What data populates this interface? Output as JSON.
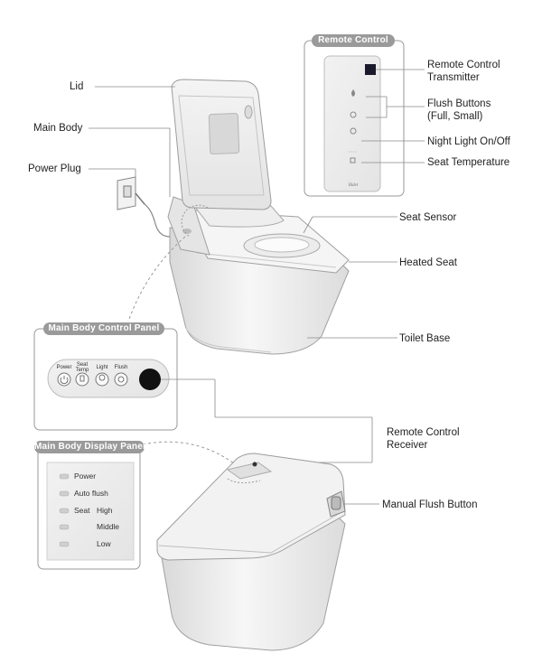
{
  "remote_panel": {
    "title": "Remote Control",
    "labels": {
      "transmitter": [
        "Remote Control",
        "Transmitter"
      ],
      "flush_buttons": [
        "Flush Buttons",
        "(Full, Small)"
      ],
      "night_light": "Night Light On/Off",
      "seat_temperature": "Seat Temperature"
    }
  },
  "body_labels": {
    "lid": "Lid",
    "main_body": "Main Body",
    "power_plug": "Power Plug",
    "seat_sensor": "Seat Sensor",
    "heated_seat": "Heated Seat",
    "toilet_base": "Toilet Base",
    "remote_receiver": [
      "Remote Control",
      "Receiver"
    ],
    "manual_flush": "Manual Flush Button"
  },
  "control_panel": {
    "title": "Main Body Control Panel",
    "buttons": [
      "Power",
      "Seat Temp",
      "Light",
      "Flush"
    ]
  },
  "display_panel": {
    "title": "Main Body Display Panel",
    "rows": [
      "Power",
      "Auto flush",
      "Seat",
      "High",
      "Middle",
      "Low"
    ]
  },
  "colors": {
    "panel_header": "#9a9a9a",
    "line": "#8a8a8a",
    "toilet_shade": "#e6e6e6"
  }
}
